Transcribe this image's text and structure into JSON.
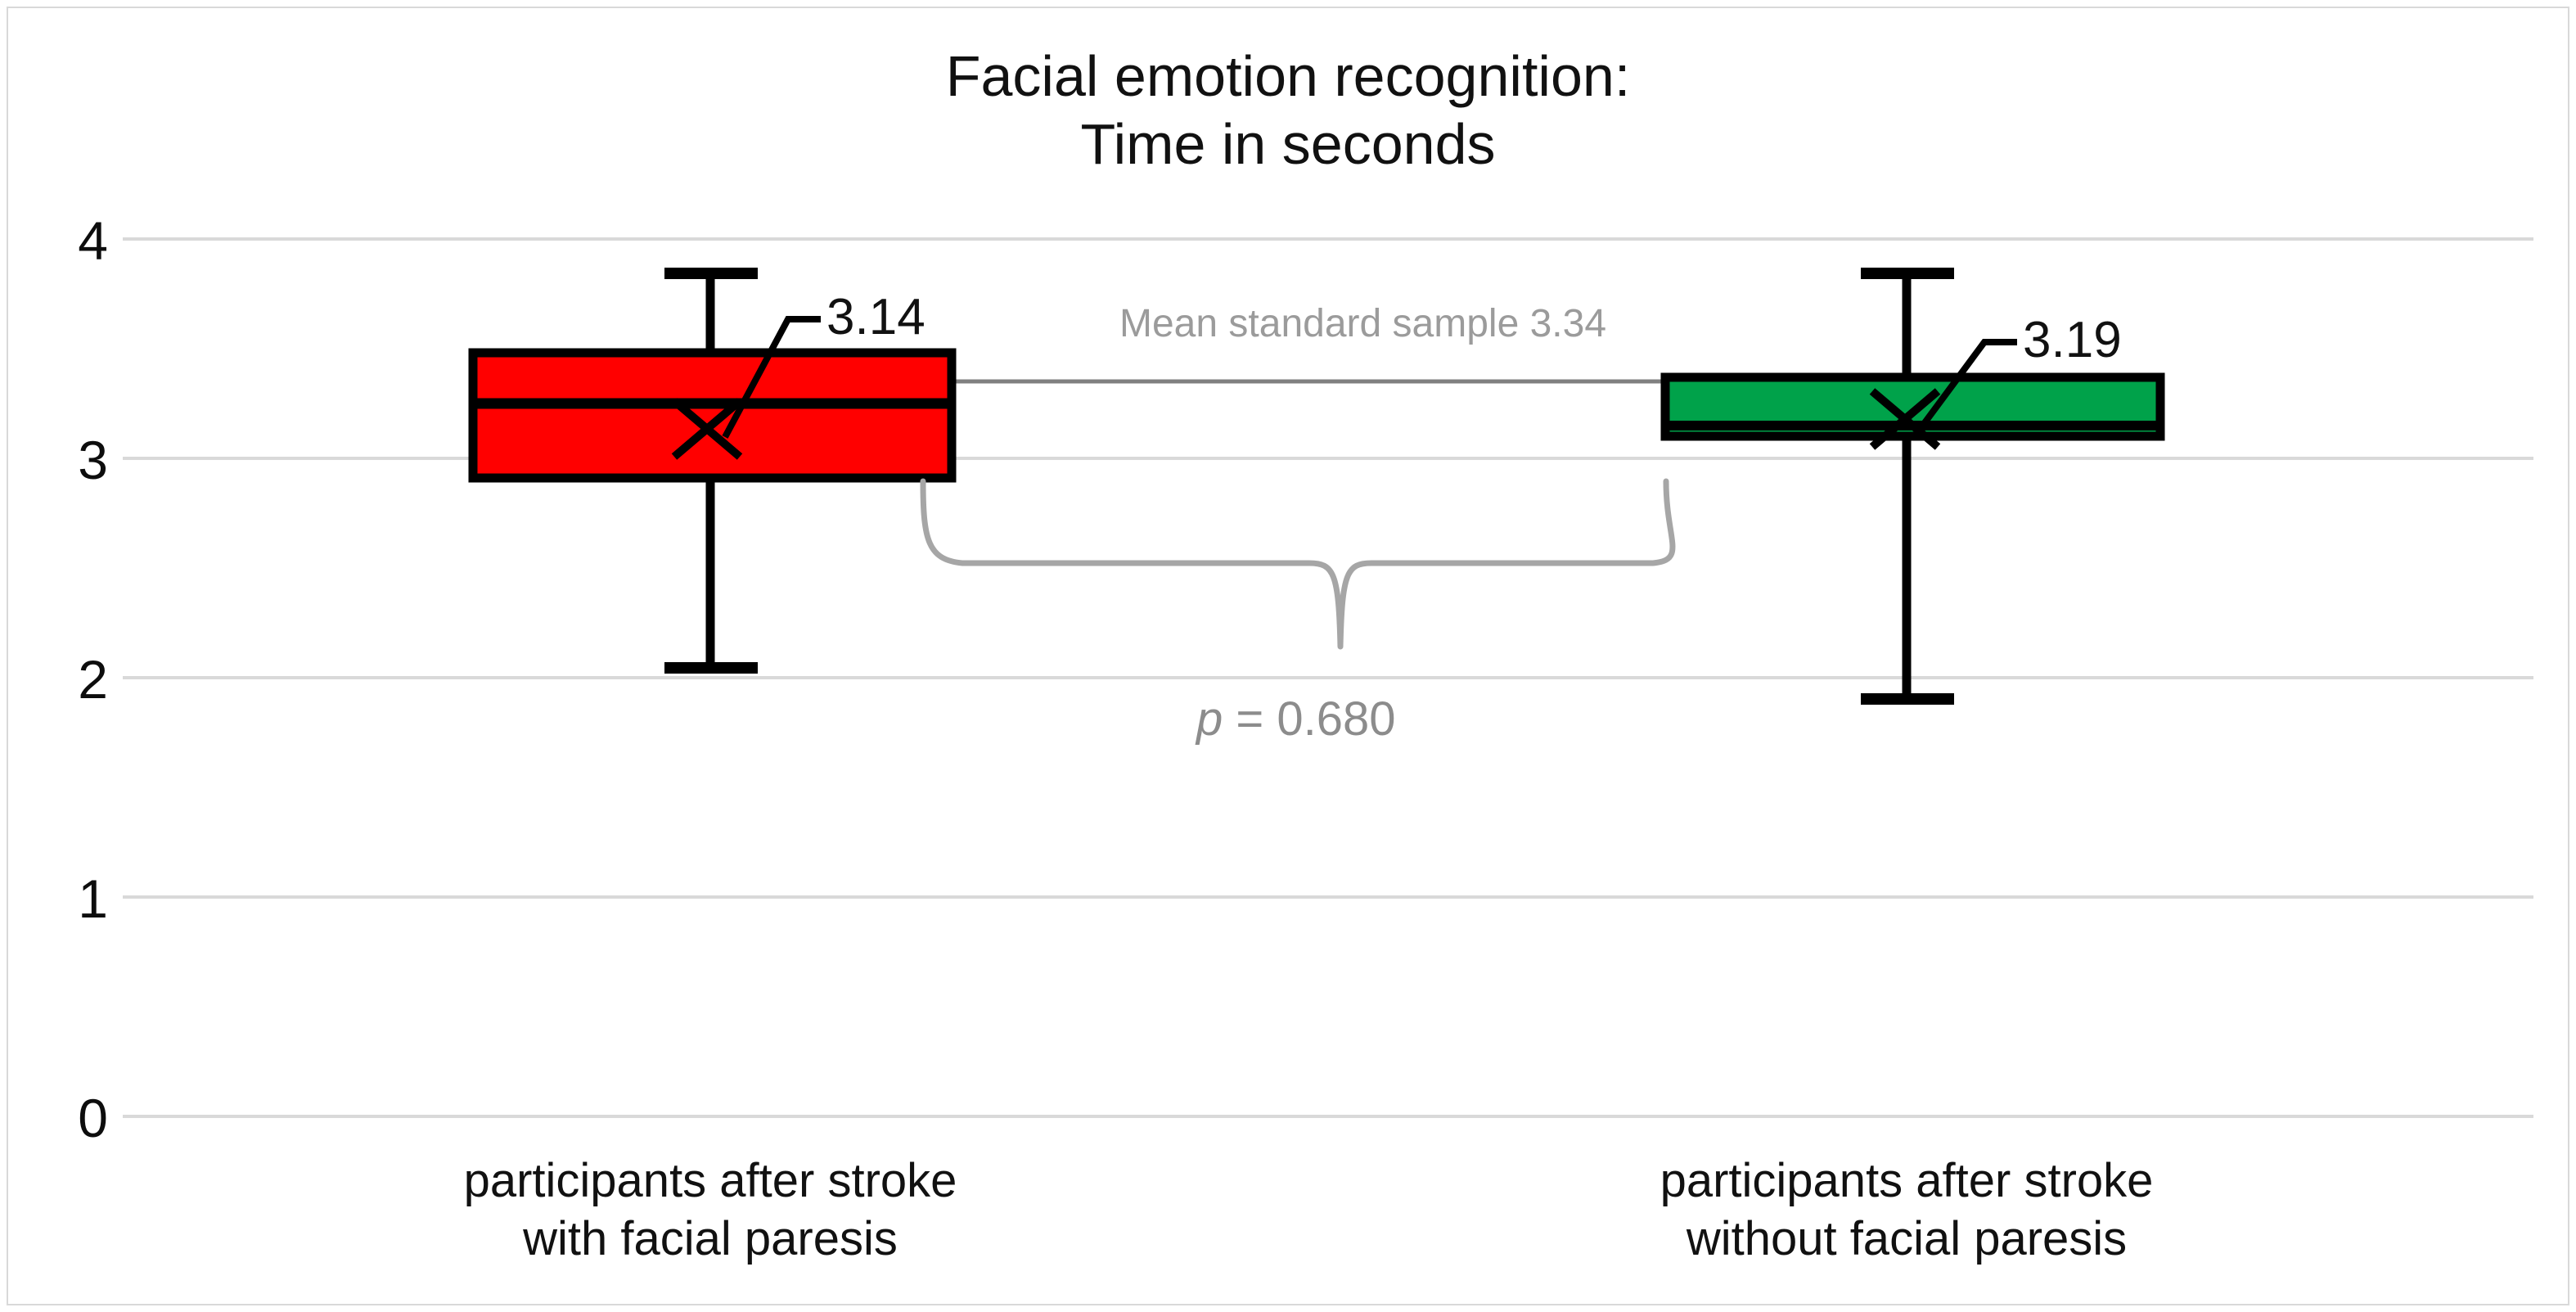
{
  "chart_data": {
    "type": "box",
    "title": "Facial emotion recognition:\nTime in seconds",
    "title_line1": "Facial emotion recognition:",
    "title_line2": "Time in seconds",
    "xlabel": "",
    "ylabel": "",
    "ylim": [
      0,
      4
    ],
    "yticks": [
      "0",
      "1",
      "2",
      "3",
      "4"
    ],
    "ytick_values": [
      0,
      1,
      2,
      3,
      4
    ],
    "grid": true,
    "grid_color": "#d9d9d9",
    "legend": "none",
    "categories": [
      "participants after stroke\nwith facial paresis",
      "participants after stroke\nwithout facial paresis"
    ],
    "series": [
      {
        "name": "participants after stroke with facial paresis",
        "category_line1": "participants after stroke",
        "category_line2": "with facial paresis",
        "color": "#FF0000",
        "border_color": "#000000",
        "whisker_low": 2.04,
        "q1": 2.91,
        "median": 3.25,
        "q3": 3.48,
        "whisker_high": 3.85,
        "mean": 3.14,
        "mean_label": "3.14",
        "mean_marker": "x-marker"
      },
      {
        "name": "participants after stroke without facial paresis",
        "category_line1": "participants after stroke",
        "category_line2": "without facial paresis",
        "color": "#00A24A",
        "border_color": "#000000",
        "whisker_low": 1.9,
        "q1": 3.1,
        "median": 3.15,
        "q3": 3.37,
        "whisker_high": 3.85,
        "mean": 3.19,
        "mean_label": "3.19",
        "mean_marker": "x-marker"
      }
    ],
    "reference_line": {
      "label": "Mean standard sample 3.34",
      "value": 3.34,
      "color": "#808080"
    },
    "annotations": [
      {
        "name": "p-value",
        "text_prefix": "p",
        "text_rest": " = 0.680",
        "full_text": "p = 0.680",
        "value": 0.68,
        "color": "#8c8c8c"
      }
    ],
    "bracket": {
      "shape": "curly-brace",
      "color": "#a6a6a6",
      "connects": [
        "participants after stroke with facial paresis",
        "participants after stroke without facial paresis"
      ]
    }
  }
}
